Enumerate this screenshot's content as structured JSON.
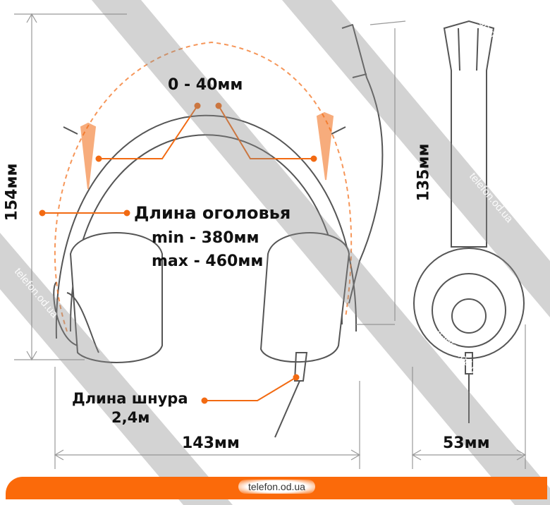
{
  "labels": {
    "adjust_range": "0 - 40мм",
    "headband_title": "Длина оголовья",
    "headband_min": "min  - 380мм",
    "headband_max": "max - 460мм",
    "cable_title": "Длина шнура",
    "cable_value": "2,4м",
    "height": "154мм",
    "width": "143мм",
    "mic_length": "135мм",
    "depth": "53мм"
  },
  "banner": {
    "text": "telefon.od.ua"
  },
  "watermark": "telefon.od.ua",
  "colors": {
    "accent": "#f26a12",
    "line": "#444444",
    "banner": "#fb6a0a"
  }
}
